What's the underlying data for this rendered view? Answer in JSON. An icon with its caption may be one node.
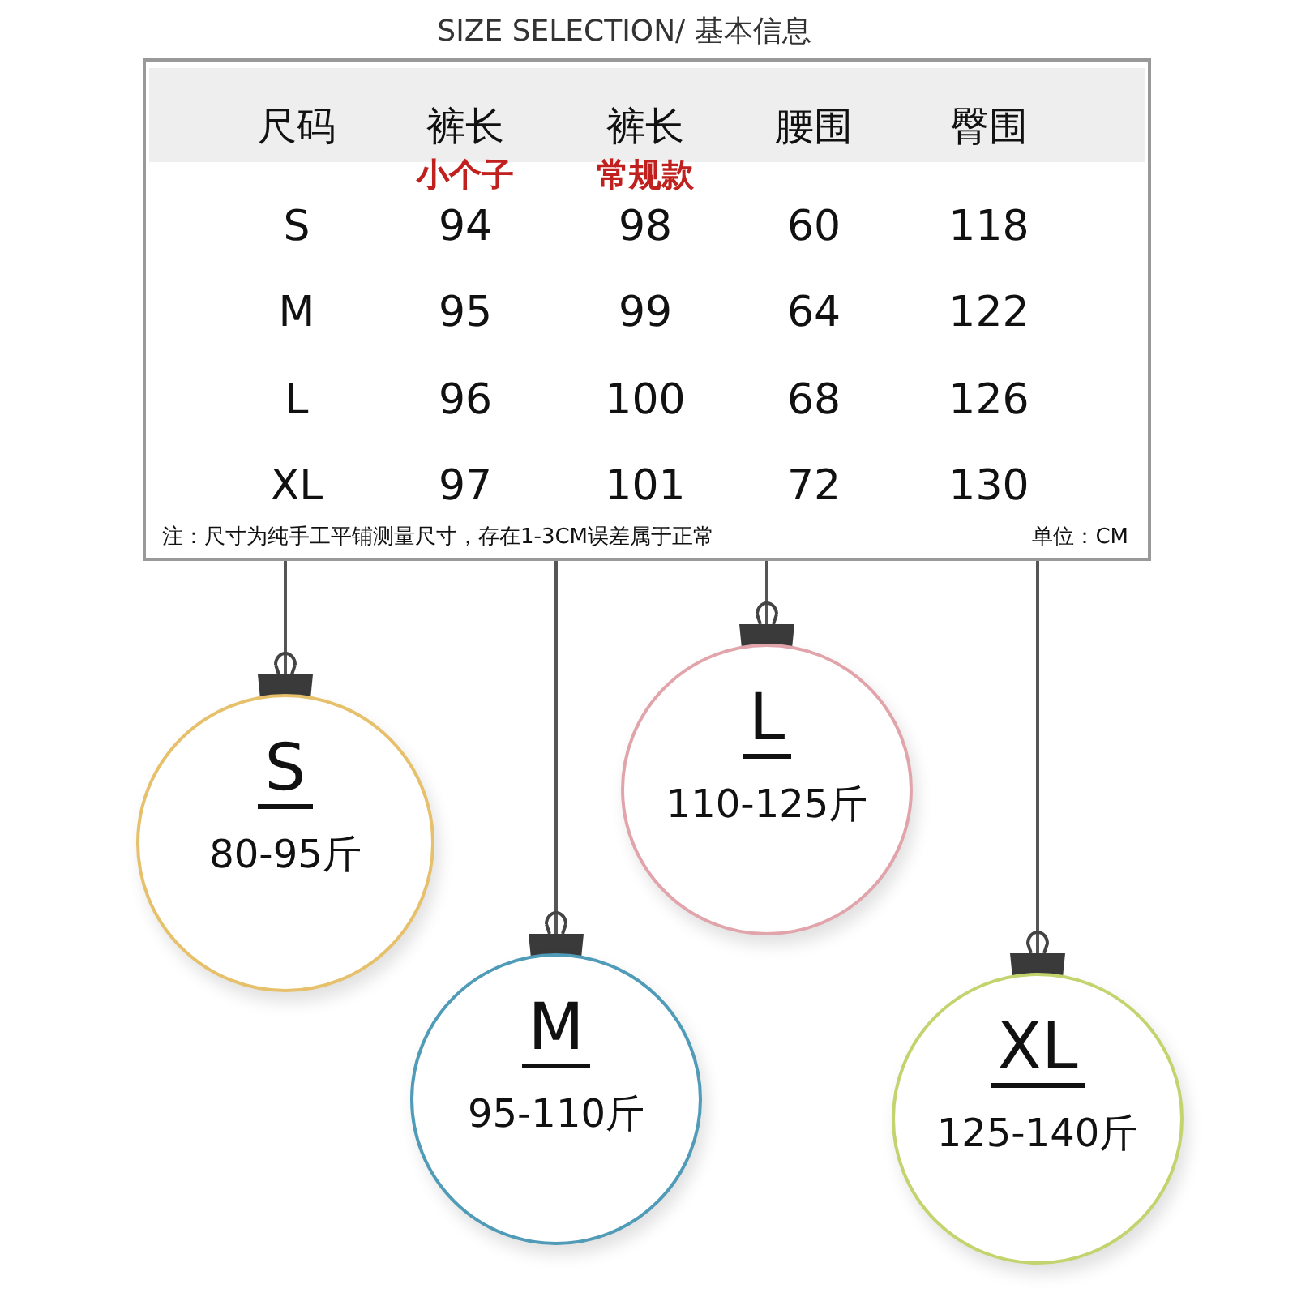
{
  "diagram": {
    "title": "SIZE SELECTION/ 基本信息",
    "nodes": [
      {
        "text": [],
        "shape": "box"
      },
      {
        "text": [
          "S",
          "80-95斤"
        ]
      },
      {
        "text": [
          "M",
          "95-110斤"
        ]
      },
      {
        "text": [
          "L",
          "110-125斤"
        ]
      },
      {
        "text": [
          "XL",
          "125-140斤"
        ]
      }
    ],
    "edges": [
      {
        "from": 0,
        "to": 1,
        "arrow": "none"
      },
      {
        "from": 0,
        "to": 2,
        "arrow": "none"
      },
      {
        "from": 0,
        "to": 3,
        "arrow": "none"
      },
      {
        "from": 0,
        "to": 4,
        "arrow": "none"
      }
    ],
    "labels": [
      "尺码",
      "裤长",
      "裤长",
      "腰围",
      "臀围",
      "小个子",
      "常规款",
      "S",
      "94",
      "98",
      "60",
      "118",
      "M",
      "95",
      "99",
      "64",
      "122",
      "L",
      "96",
      "100",
      "68",
      "126",
      "XL",
      "97",
      "101",
      "72",
      "130",
      "注：尺寸为纯手工平铺测量尺寸，存在1-3CM误差属于正常",
      "单位：CM"
    ]
  }
}
